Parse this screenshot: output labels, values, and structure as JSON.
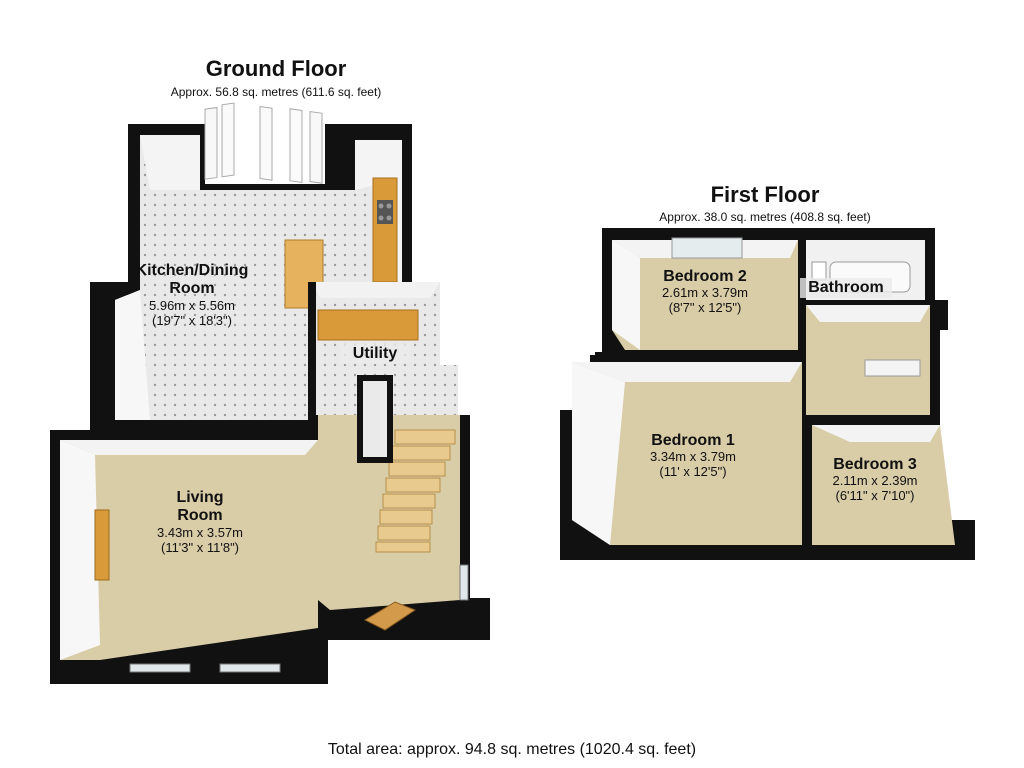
{
  "ground_floor": {
    "title": "Ground Floor",
    "area": "Approx. 56.8 sq. metres (611.6 sq. feet)",
    "rooms": [
      {
        "name_line1": "Kitchen/Dining",
        "name_line2": "Room",
        "metric": "5.96m x 5.56m",
        "imperial": "(19'7\" x 18'3\")"
      },
      {
        "name_line1": "Utility"
      },
      {
        "name_line1": "Living",
        "name_line2": "Room",
        "metric": "3.43m x 3.57m",
        "imperial": "(11'3\" x 11'8\")"
      }
    ]
  },
  "first_floor": {
    "title": "First Floor",
    "area": "Approx. 38.0 sq. metres (408.8 sq. feet)",
    "rooms": [
      {
        "name_line1": "Bedroom 2",
        "metric": "2.61m x 3.79m",
        "imperial": "(8'7\" x 12'5\")"
      },
      {
        "name_line1": "Bathroom"
      },
      {
        "name_line1": "Bedroom 1",
        "metric": "3.34m x 3.79m",
        "imperial": "(11' x 12'5\")"
      },
      {
        "name_line1": "Bedroom 3",
        "metric": "2.11m x 2.39m",
        "imperial": "(6'11\" x 7'10\")"
      }
    ]
  },
  "total_area": "Total area: approx. 94.8 sq. metres (1020.4 sq. feet)",
  "colors": {
    "wall": "#111111",
    "wall_face": "#f3f3f3",
    "tile_floor": "#e6e6e6",
    "carpet": "#d9cda8",
    "worktop": "#d99a3a",
    "stairs": "#e8c98e"
  }
}
